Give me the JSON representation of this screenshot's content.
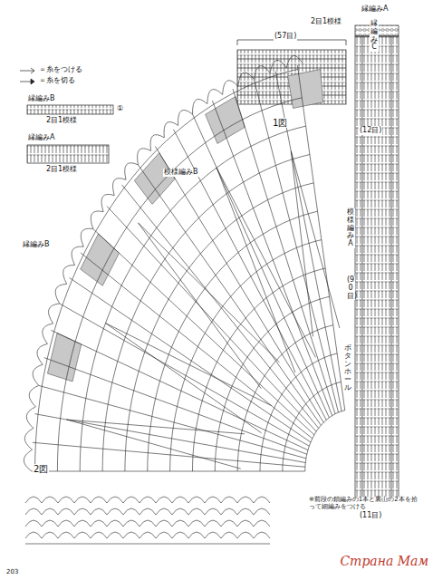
{
  "diagram": {
    "labels": [
      "＝糸をつける",
      "＝糸を切る",
      "縁編みB",
      "2目1模様",
      "①",
      "縁編みA",
      "2目1模様",
      "(57目)",
      "2目1模様",
      "1図",
      "模様編みB",
      "縁編みB",
      "縁編みA",
      "縁編みC",
      "(12目)",
      "模様編みA",
      "(90目)",
      "ボタンホール",
      "(11目)",
      "2図",
      "※前段の鎖編みの1本と裏山の2本を拾って細編みをつける",
      "203",
      "Страна Мам"
    ]
  }
}
